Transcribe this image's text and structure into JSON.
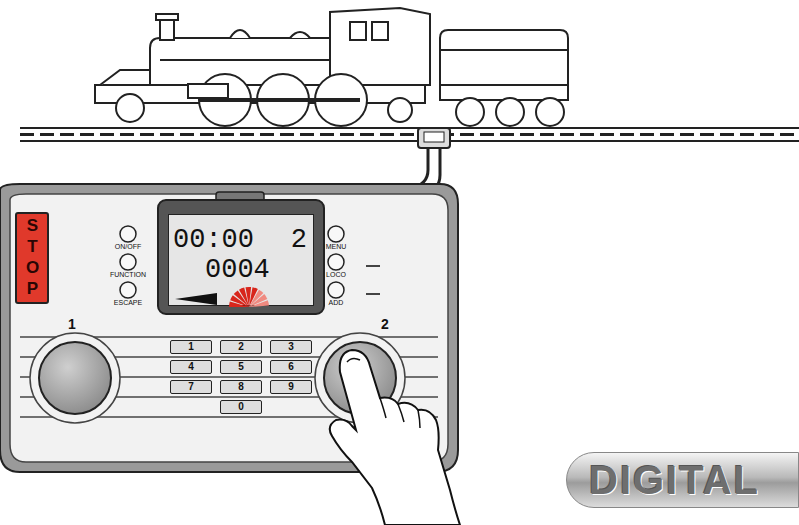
{
  "diagram": {
    "nodes": [
      {
        "text": [
          "STOP"
        ]
      },
      {
        "text": [
          "00:00",
          "2",
          "0004"
        ]
      },
      {
        "text": [
          "1"
        ]
      },
      {
        "text": [
          "2"
        ]
      },
      {
        "text": [
          "3"
        ]
      },
      {
        "text": [
          "4"
        ]
      },
      {
        "text": [
          "5"
        ]
      },
      {
        "text": [
          "6"
        ]
      },
      {
        "text": [
          "7"
        ]
      },
      {
        "text": [
          "8"
        ]
      },
      {
        "text": [
          "9"
        ]
      },
      {
        "text": [
          "0"
        ]
      },
      {
        "text": [
          "DIGITAL"
        ]
      }
    ],
    "labels": [
      "ON/OFF",
      "FUNCTION",
      "ESCAPE",
      "MENU",
      "LOCO",
      "ADD",
      "1",
      "2"
    ]
  }
}
